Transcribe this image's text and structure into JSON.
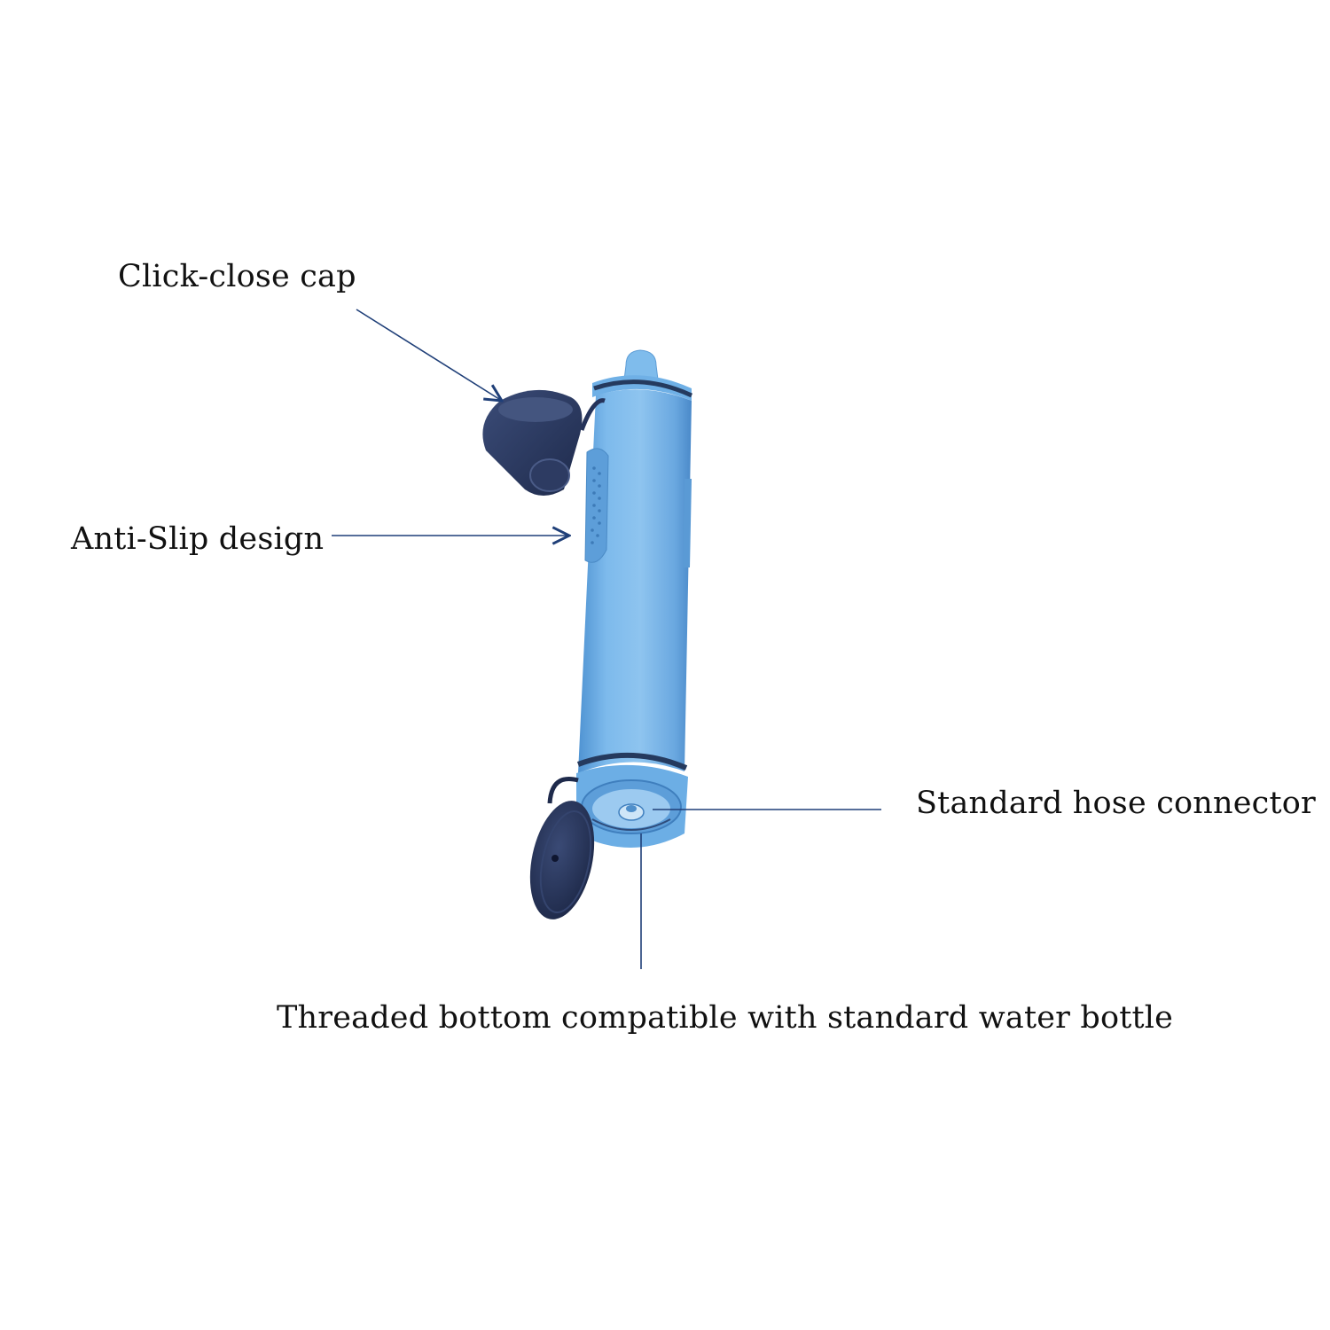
{
  "diagram": {
    "callouts": [
      {
        "id": "click-close-cap",
        "text": "Click-close cap"
      },
      {
        "id": "anti-slip-design",
        "text": "Anti-Slip design"
      },
      {
        "id": "standard-hose-connector",
        "text": "Standard hose connector"
      },
      {
        "id": "threaded-bottom",
        "text": "Threaded bottom compatible with standard water bottle"
      }
    ],
    "colors": {
      "body": "#74b2e6",
      "cap": "#2a3a63",
      "leader": "#1f3f78",
      "text": "#111111"
    }
  }
}
